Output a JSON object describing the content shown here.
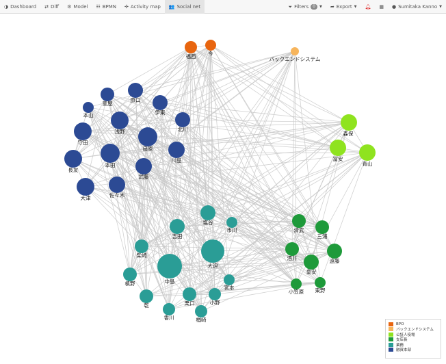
{
  "nav": {
    "left": [
      {
        "icon": "dashboard-icon",
        "glyph": "◑",
        "label": "Dashboard"
      },
      {
        "icon": "diff-icon",
        "glyph": "⇄",
        "label": "Diff"
      },
      {
        "icon": "model-icon",
        "glyph": "⚙",
        "label": "Model"
      },
      {
        "icon": "bpmn-icon",
        "glyph": "☷",
        "label": "BPMN"
      },
      {
        "icon": "activity-map-icon",
        "glyph": "✣",
        "label": "Activity map"
      },
      {
        "icon": "social-net-icon",
        "glyph": "👥",
        "label": "Social net",
        "active": true
      }
    ],
    "filters_label": "Filters",
    "filters_count": "0",
    "export_label": "Export",
    "user_name": "Sumitaka Kanno"
  },
  "colors": {
    "BPO": "#e8650f",
    "backend": "#f7b55c",
    "city_office": "#8fe31f",
    "branch_manager": "#1e9a3a",
    "sales": "#2a9d96",
    "finance_hq": "#2c4a94",
    "edge": "#c9c9c9"
  },
  "legend": [
    {
      "label": "BPO",
      "color": "#e8650f"
    },
    {
      "label": "バックエンドシステム",
      "color": "#f7b55c"
    },
    {
      "label": "公証人役場",
      "color": "#8fe31f"
    },
    {
      "label": "支店長",
      "color": "#1e9a3a"
    },
    {
      "label": "業務",
      "color": "#2a9d96"
    },
    {
      "label": "融資本部",
      "color": "#2c4a94"
    }
  ],
  "nodes": [
    {
      "id": "n1",
      "label": "福西",
      "group": "BPO"
    },
    {
      "id": "n2",
      "label": "今",
      "group": "BPO"
    },
    {
      "id": "n3",
      "label": "バックエンドシステム",
      "group": "backend"
    },
    {
      "id": "n4",
      "label": "森保",
      "group": "city_office"
    },
    {
      "id": "n5",
      "label": "冨安",
      "group": "city_office"
    },
    {
      "id": "n6",
      "label": "青山",
      "group": "city_office"
    },
    {
      "id": "n7",
      "label": "室屋",
      "group": "finance_hq"
    },
    {
      "id": "n8",
      "label": "原口",
      "group": "finance_hq"
    },
    {
      "id": "n9",
      "label": "本山",
      "group": "finance_hq"
    },
    {
      "id": "n10",
      "label": "伊東",
      "group": "finance_hq"
    },
    {
      "id": "n11",
      "label": "浅野",
      "group": "finance_hq"
    },
    {
      "id": "n12",
      "label": "北川",
      "group": "finance_hq"
    },
    {
      "id": "n13",
      "label": "守田",
      "group": "finance_hq"
    },
    {
      "id": "n14",
      "label": "扇原",
      "group": "finance_hq"
    },
    {
      "id": "n15",
      "label": "本田",
      "group": "finance_hq"
    },
    {
      "id": "n16",
      "label": "川島",
      "group": "finance_hq"
    },
    {
      "id": "n17",
      "label": "長友",
      "group": "finance_hq"
    },
    {
      "id": "n18",
      "label": "武藤",
      "group": "finance_hq"
    },
    {
      "id": "n19",
      "label": "大津",
      "group": "finance_hq"
    },
    {
      "id": "n20",
      "label": "佐々木",
      "group": "finance_hq"
    },
    {
      "id": "n21",
      "label": "塩谷",
      "group": "sales"
    },
    {
      "id": "n22",
      "label": "市川",
      "group": "sales"
    },
    {
      "id": "n23",
      "label": "吉田",
      "group": "sales"
    },
    {
      "id": "n24",
      "label": "柴崎",
      "group": "sales"
    },
    {
      "id": "n25",
      "label": "中島",
      "group": "sales"
    },
    {
      "id": "n26",
      "label": "大迫",
      "group": "sales"
    },
    {
      "id": "n27",
      "label": "槙野",
      "group": "sales"
    },
    {
      "id": "n28",
      "label": "宮本",
      "group": "sales"
    },
    {
      "id": "n29",
      "label": "乾",
      "group": "sales"
    },
    {
      "id": "n30",
      "label": "栗口",
      "group": "sales"
    },
    {
      "id": "n31",
      "label": "小野",
      "group": "sales"
    },
    {
      "id": "n32",
      "label": "香川",
      "group": "sales"
    },
    {
      "id": "n33",
      "label": "楢崎",
      "group": "sales"
    },
    {
      "id": "n34",
      "label": "清武",
      "group": "branch_manager"
    },
    {
      "id": "n35",
      "label": "三浦",
      "group": "branch_manager"
    },
    {
      "id": "n36",
      "label": "遠藤",
      "group": "branch_manager"
    },
    {
      "id": "n37",
      "label": "酒井",
      "group": "branch_manager"
    },
    {
      "id": "n38",
      "label": "皇安",
      "group": "branch_manager"
    },
    {
      "id": "n39",
      "label": "小笠原",
      "group": "branch_manager"
    },
    {
      "id": "n40",
      "label": "東野",
      "group": "branch_manager"
    }
  ]
}
